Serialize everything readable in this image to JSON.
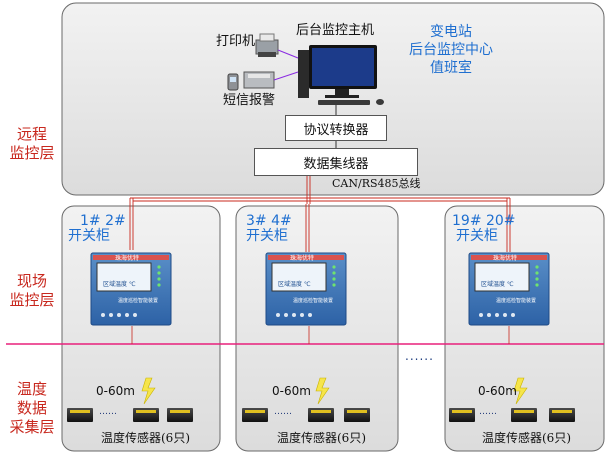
{
  "layers": {
    "remote": "远程\n监控层",
    "field": "现场\n监控层",
    "collect": "温度\n数据\n采集层"
  },
  "control_room": {
    "printer": "打印机",
    "host": "后台监控主机",
    "sms": "短信报警",
    "center": "变电站\n后台监控中心\n值班室",
    "protocol": "协议转换器",
    "concentrator": "数据集线器",
    "bus": "CAN/RS485总线"
  },
  "cabinets": [
    {
      "label": "1# 2#",
      "sub": "开关柜",
      "range": "0-60m",
      "sensor": "温度传感器(6只)"
    },
    {
      "label": "3# 4#",
      "sub": "开关柜",
      "range": "0-60m",
      "sensor": "温度传感器(6只)"
    },
    {
      "label": "19# 20#",
      "sub": "开关柜",
      "range": "0-60m",
      "sensor": "温度传感器(6只)"
    }
  ],
  "ellipsis": "……",
  "between_dots": "......",
  "device": {
    "brand": "珠海优特",
    "screen": "区域温度 ℃",
    "model": "温度巡检智能装置"
  },
  "colors": {
    "panel": "#e6e6e6",
    "layer_line": "#e8207c",
    "text_red": "#c8281e",
    "text_blue": "#1f6fd0"
  }
}
